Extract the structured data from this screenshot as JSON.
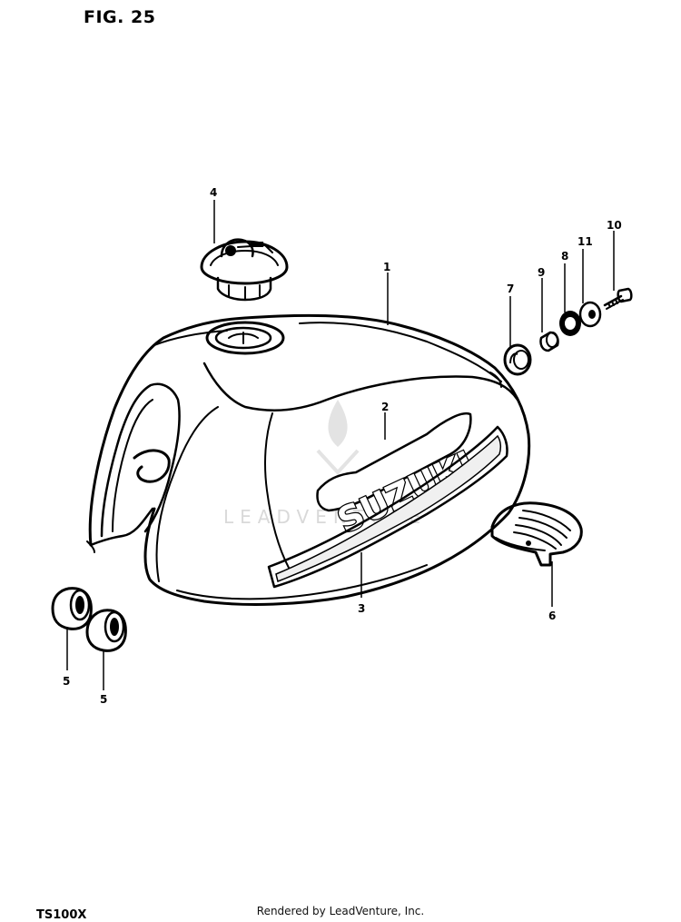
{
  "figure": {
    "title": "FIG. 25",
    "model_code": "TS100X",
    "credit": "Rendered by LeadVenture, Inc.",
    "brand_decal": "SUZUKI",
    "watermark": "LEADVENTURE"
  },
  "callouts": [
    "1",
    "2",
    "3",
    "4",
    "5",
    "5",
    "6",
    "7",
    "8",
    "9",
    "10",
    "11"
  ]
}
